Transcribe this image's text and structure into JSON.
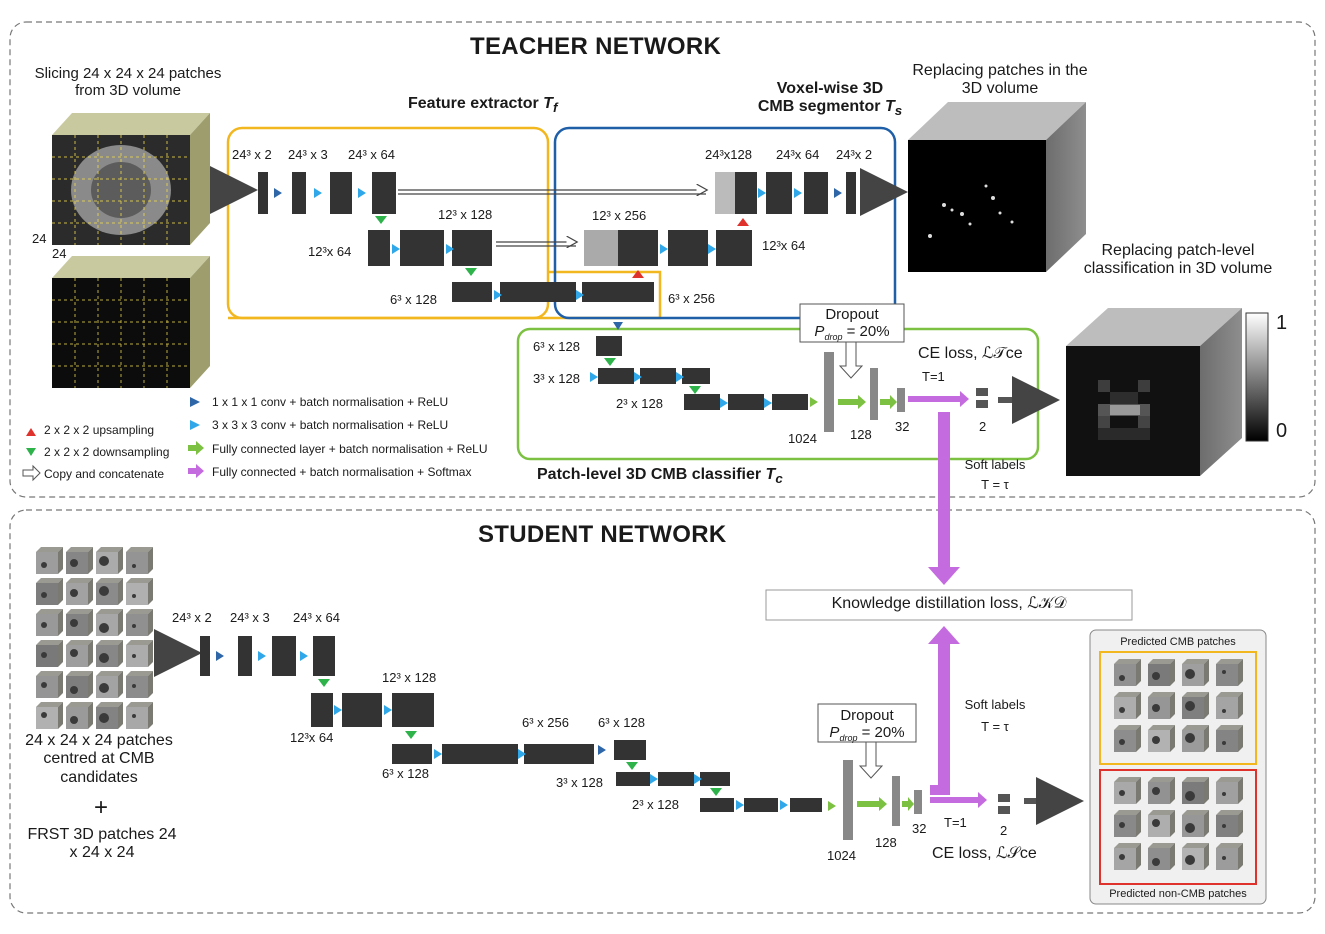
{
  "teacher": {
    "title": "TEACHER NETWORK",
    "slicing": "Slicing 24 x 24 x 24 patches from 3D volume",
    "dim_a": "24",
    "dim_b": "24",
    "feature_extractor": "Feature extractor T_f",
    "segmentor": "Voxel-wise 3D CMB segmentor T_s",
    "replacing_patches": "Replacing patches in the 3D volume",
    "replacing_class": "Replacing patch-level classification in 3D volume",
    "enc_labels": [
      "24³ x 2",
      "24³ x 3",
      "24³ x 64",
      "12³ x 128",
      "12³x 64",
      "6³ x 128"
    ],
    "dec_labels": [
      "24³x128",
      "24³x 64",
      "24³x 2",
      "12³ x 256",
      "12³x 64",
      "6³ x 256"
    ],
    "cls_labels": [
      "6³ x 128",
      "3³ x 128",
      "2³ x 128",
      "1024",
      "128",
      "32",
      "2"
    ],
    "dropout": "Dropout",
    "pdrop": "P_drop = 20%",
    "ce_loss": "CE loss, ℒ𝒯ce",
    "t1": "T=1",
    "classifier": "Patch-level 3D CMB classifier T_c",
    "soft_labels": "Soft labels",
    "t_tau": "T = τ",
    "colorbar_max": "1",
    "colorbar_min": "0"
  },
  "legend": {
    "upsampling": "2 x 2 x 2 upsampling",
    "downsampling": "2 x 2 x 2 downsampling",
    "copy": "Copy and concatenate",
    "conv1": "1 x 1 x 1 conv + batch normalisation + ReLU",
    "conv3": "3 x 3 x 3 conv + batch normalisation + ReLU",
    "fc_relu": "Fully connected layer + batch normalisation + ReLU",
    "fc_softmax": "Fully connected + batch normalisation + Softmax"
  },
  "student": {
    "title": "STUDENT NETWORK",
    "patches": "24 x 24 x 24 patches centred at CMB candidates",
    "plus": "+",
    "frst": "FRST 3D patches 24 x 24 x 24",
    "kd_loss": "Knowledge distillation loss, ℒ𝒦𝒟",
    "labels": [
      "24³ x 2",
      "24³ x 3",
      "24³ x 64",
      "12³ x 128",
      "12³x 64",
      "6³ x 128",
      "6³ x 256",
      "6³ x 128",
      "3³ x 128",
      "2³ x 128",
      "1024",
      "128",
      "32",
      "2"
    ],
    "dropout": "Dropout",
    "pdrop": "P_drop = 20%",
    "soft_labels": "Soft labels",
    "t_tau": "T = τ",
    "t1": "T=1",
    "ce_loss": "CE loss, ℒ𝒮ce",
    "pred_cmb": "Predicted CMB patches",
    "pred_noncmb": "Predicted non-CMB patches"
  },
  "colors": {
    "yellow": "#F2B71F",
    "blue": "#1F5FA8",
    "green": "#7DC142",
    "red": "#E0322C",
    "purple": "#C46BE0",
    "dark_arrow": "#2F66A8",
    "light_arrow": "#2FA7E8"
  }
}
